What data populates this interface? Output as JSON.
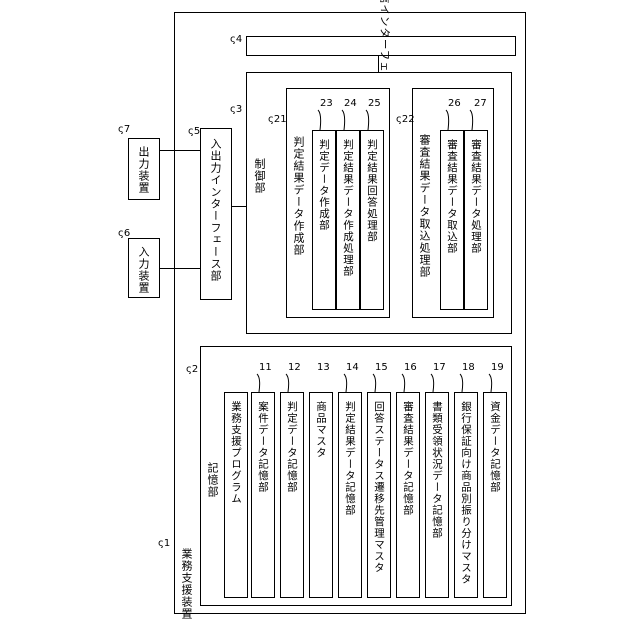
{
  "device": {
    "ref": "1",
    "label": "業務支援装置"
  },
  "output_device": {
    "ref": "7",
    "label": "出力装置"
  },
  "input_device": {
    "ref": "6",
    "label": "入力装置"
  },
  "io_interface": {
    "ref": "5",
    "label": "入出力インターフェース部"
  },
  "comm_interface": {
    "ref": "4",
    "label": "通信インターフェース部"
  },
  "control": {
    "ref": "3",
    "label": "制御部"
  },
  "judgment_creation": {
    "ref": "21",
    "label": "判定結果データ作成部",
    "items": [
      {
        "ref": "23",
        "label": "判定データ作成部"
      },
      {
        "ref": "24",
        "label": "判定結果データ作成処理部"
      },
      {
        "ref": "25",
        "label": "判定結果回答処理部"
      }
    ]
  },
  "review_import": {
    "ref": "22",
    "label": "審査結果データ取込処理部",
    "items": [
      {
        "ref": "26",
        "label": "審査結果データ取込部"
      },
      {
        "ref": "27",
        "label": "審査結果データ処理部"
      }
    ]
  },
  "storage": {
    "ref": "2",
    "label": "記憶部",
    "program": "業務支援プログラム",
    "items": [
      {
        "ref": "11",
        "label": "案件データ記憶部"
      },
      {
        "ref": "12",
        "label": "判定データ記憶部"
      },
      {
        "ref": "13",
        "label": "商品マスタ"
      },
      {
        "ref": "14",
        "label": "判定結果データ記憶部"
      },
      {
        "ref": "15",
        "label": "回答ステータス遷移先管理マスタ"
      },
      {
        "ref": "16",
        "label": "審査結果データ記憶部"
      },
      {
        "ref": "17",
        "label": "書類受領状況データ記憶部"
      },
      {
        "ref": "18",
        "label": "銀行保証向け商品別振り分けマスタ"
      },
      {
        "ref": "19",
        "label": "資金データ記憶部"
      }
    ]
  }
}
